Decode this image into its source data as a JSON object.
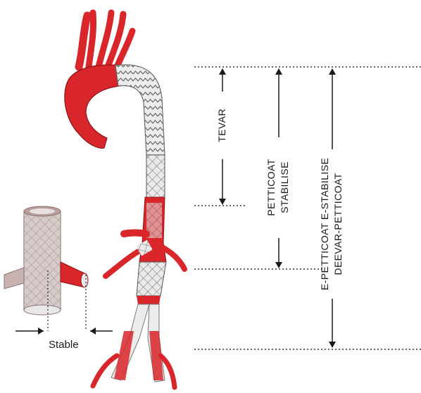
{
  "labels": {
    "tevar": "TEVAR",
    "petticoat_line1": "PETTICOAT",
    "petticoat_line2": "STABILISE",
    "epetticoat_line1": "E-PETTICOAT E-STABILISE",
    "epetticoat_line2": "DEEVAR-PETTICOAT",
    "stable": "Stable"
  },
  "colors": {
    "vessel": "#d9262a",
    "vessel_dark": "#8e1418",
    "stent_fill": "#e8e8e8",
    "stent_wire": "#555555",
    "inset_tube": "#c9b3b0",
    "dotted_line": "#333333"
  }
}
